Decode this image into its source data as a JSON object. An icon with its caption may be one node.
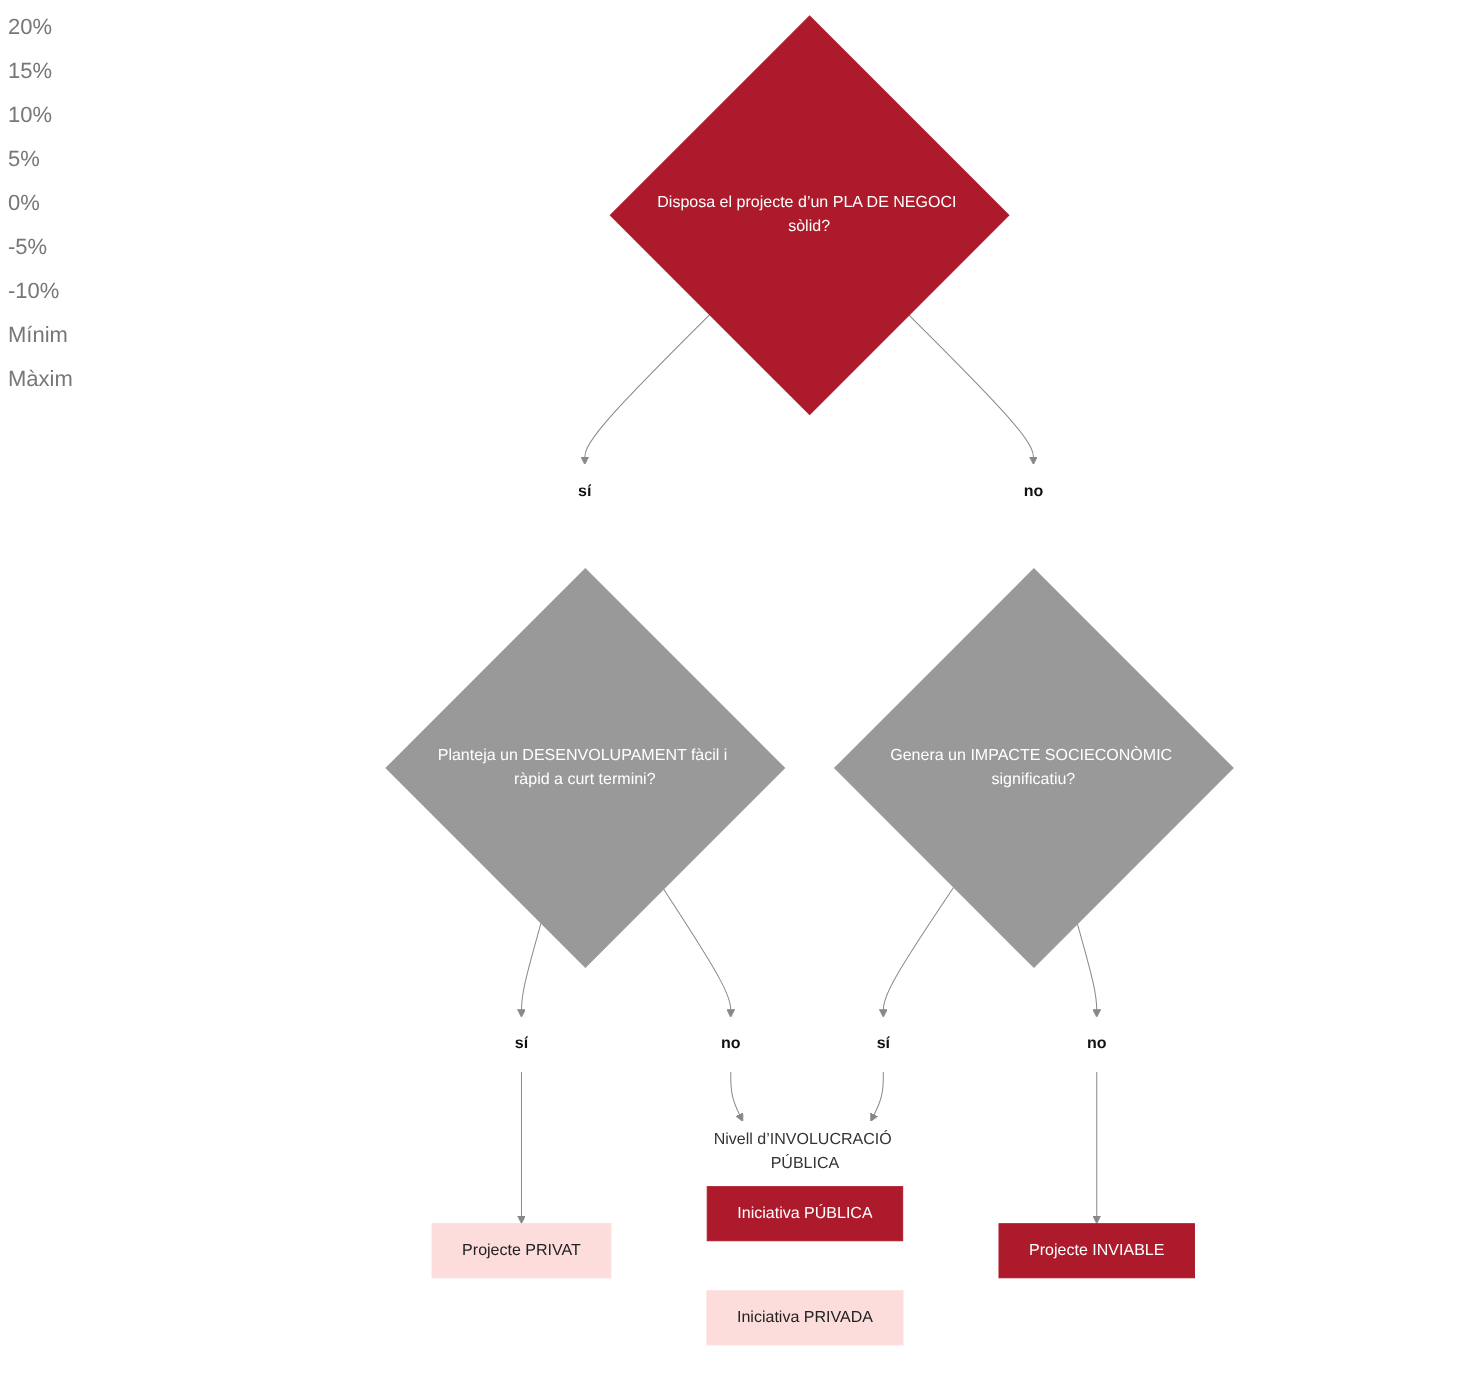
{
  "diagram": {
    "nodes": [
      {
        "text": [
          "Disposa el projecte d’un PLA DE NEGOCI sòlid?"
        ]
      },
      {
        "text": [
          "sí"
        ]
      },
      {
        "text": [
          "no"
        ]
      },
      {
        "text": [
          "Planteja un DESENVOLUPAMENT fàcil i ràpid a curt termini?"
        ]
      },
      {
        "text": [
          "Genera un IMPACTE SOCIECONÒMIC significatiu?"
        ]
      },
      {
        "text": [
          "sí"
        ]
      },
      {
        "text": [
          "no"
        ]
      },
      {
        "text": [
          "sí"
        ]
      },
      {
        "text": [
          "no"
        ]
      },
      {
        "text": [
          "Projecte PRIVAT"
        ]
      },
      {
        "text": [
          "Nivell d’INVOLUCRACIÓ PÚBLICA"
        ]
      },
      {
        "text": [
          "Iniciativa PÚBLICA"
        ],
        "in": 10
      },
      {
        "text": [
          "Iniciativa PRIVADA"
        ],
        "in": 10
      },
      {
        "text": [
          "Projecte INVIABLE"
        ]
      }
    ],
    "edges": [
      {
        "from": 0,
        "to": 1,
        "arrow": "to"
      },
      {
        "from": 0,
        "to": 2,
        "arrow": "to"
      },
      {
        "from": 3,
        "to": 5,
        "arrow": "to"
      },
      {
        "from": 3,
        "to": 6,
        "arrow": "to"
      },
      {
        "from": 4,
        "to": 7,
        "arrow": "to"
      },
      {
        "from": 4,
        "to": 8,
        "arrow": "to"
      },
      {
        "from": 5,
        "to": 9,
        "arrow": "to"
      },
      {
        "from": 6,
        "to": 10,
        "arrow": "to"
      },
      {
        "from": 7,
        "to": 10,
        "arrow": "to"
      },
      {
        "from": 8,
        "to": 13,
        "arrow": "to"
      }
    ],
    "labels": [
      "20%",
      "15%",
      "10%",
      "5%",
      "0%",
      "-5%",
      "-10%",
      "Mínim",
      "Màxim"
    ]
  }
}
